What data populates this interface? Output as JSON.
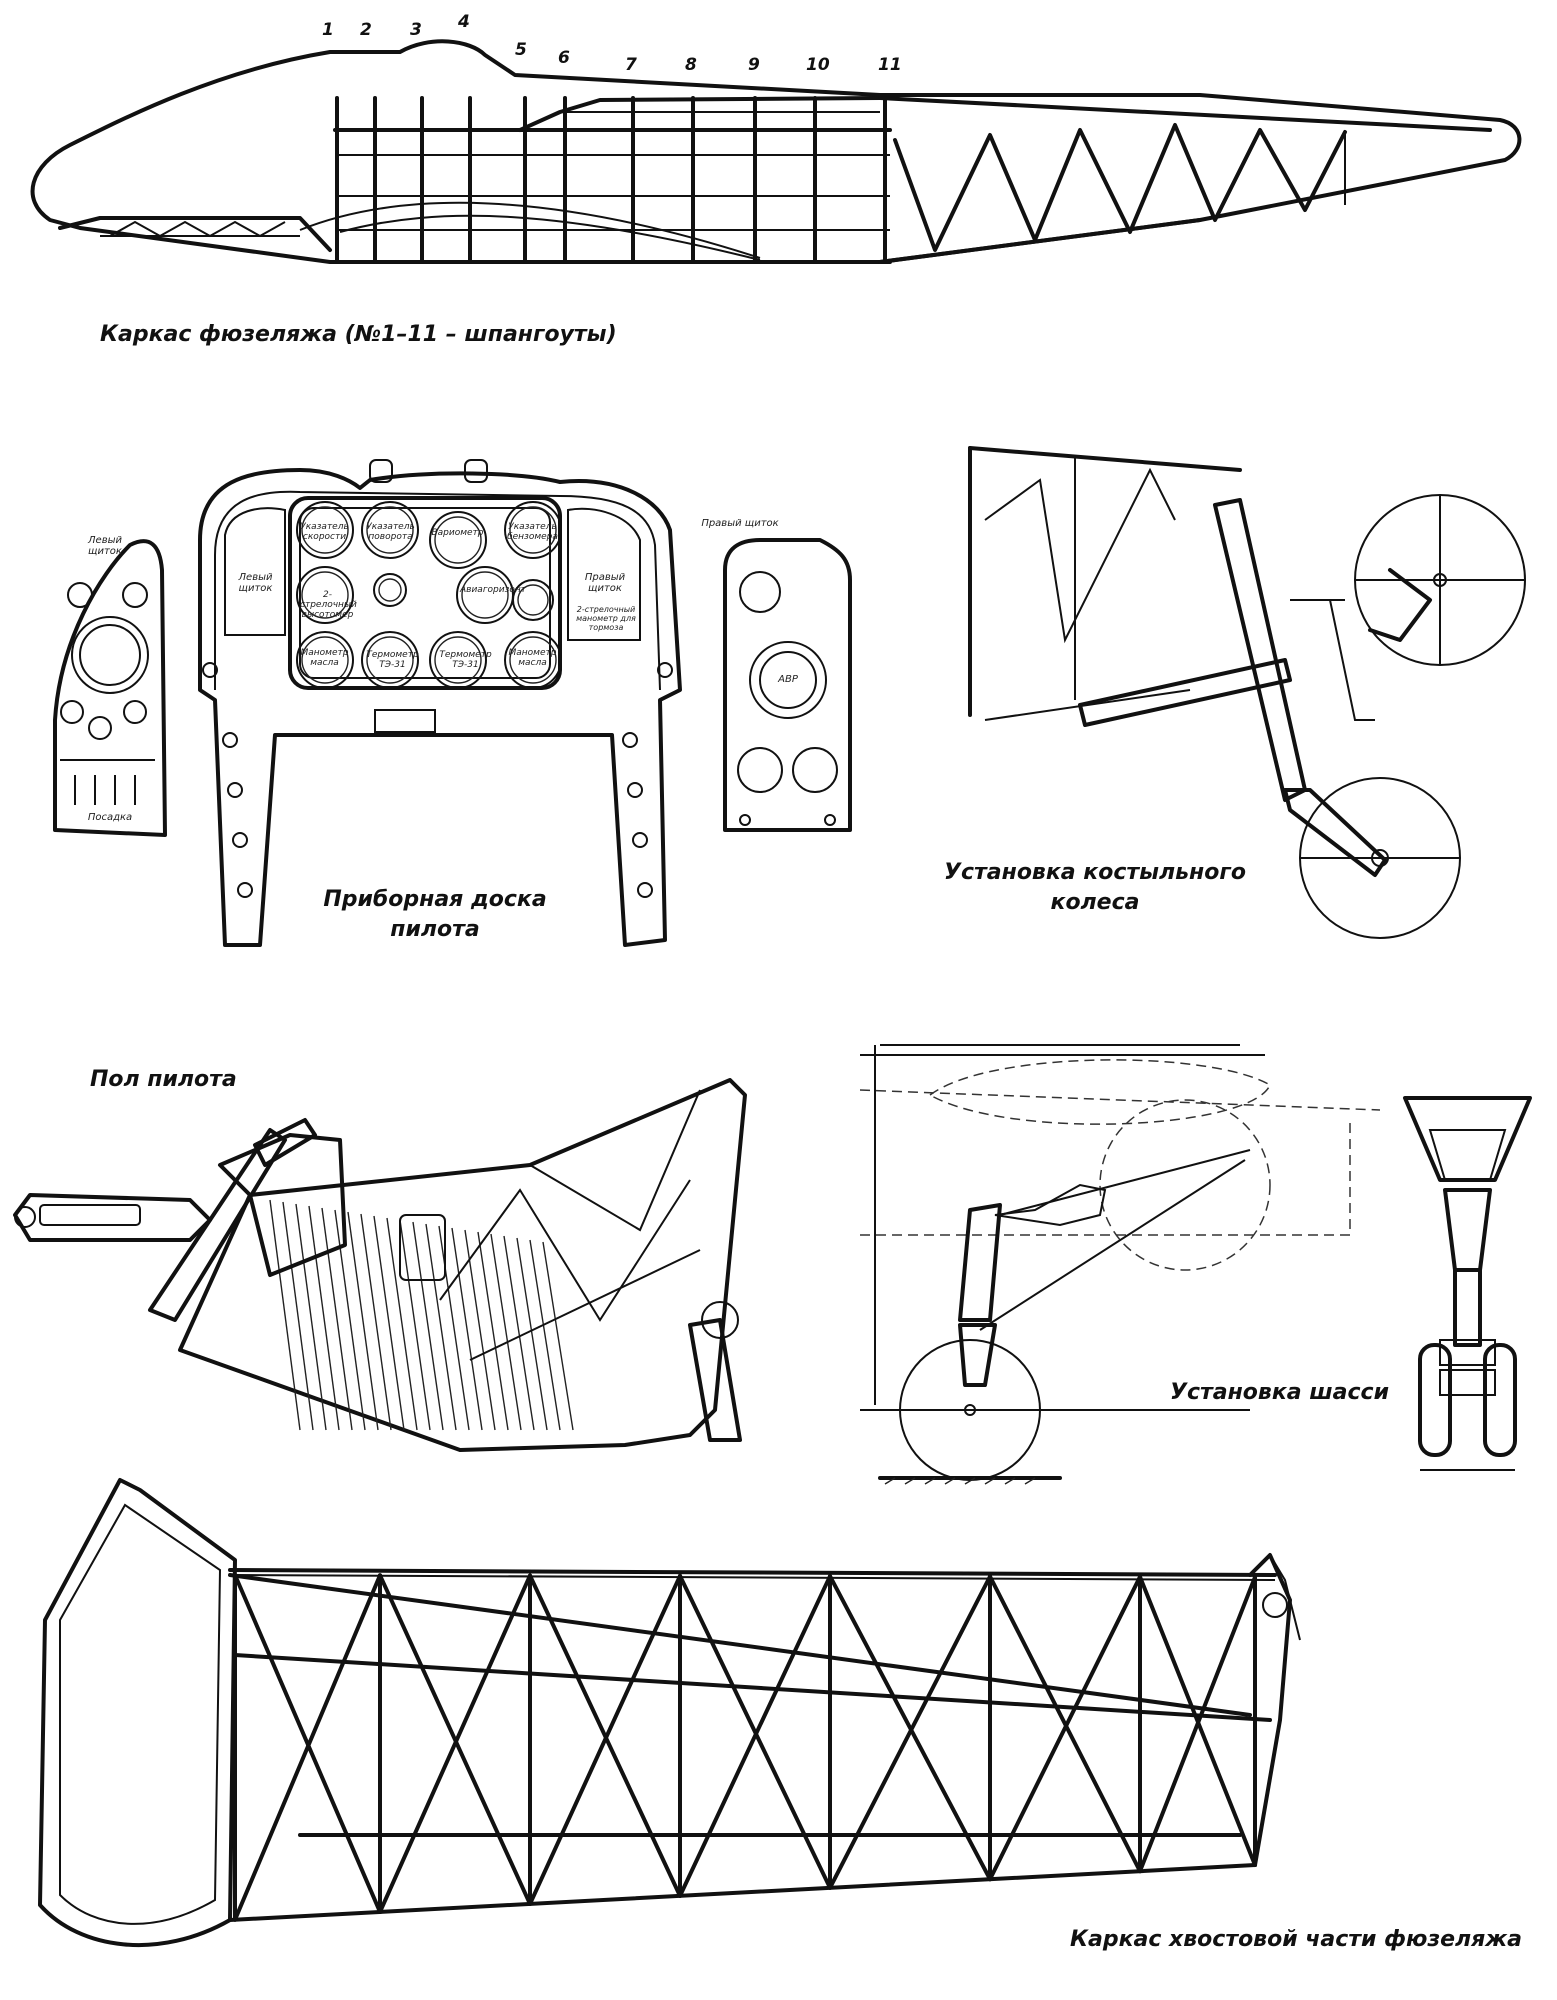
{
  "captions": {
    "fuselage_frame": "Каркас фюзеляжа (№1–11 – шпангоуты)",
    "instrument_panel_line1": "Приборная доска",
    "instrument_panel_line2": "пилота",
    "tail_wheel_line1": "Установка костыльного",
    "tail_wheel_line2": "колеса",
    "pilot_floor": "Пол пилота",
    "landing_gear": "Установка шасси",
    "tail_frame": "Каркас хвостовой части фюзеляжа"
  },
  "frame_numbers": [
    "1",
    "2",
    "3",
    "4",
    "5",
    "6",
    "7",
    "8",
    "9",
    "10",
    "11"
  ],
  "panel_labels": {
    "left_panel_title": "Левый щиток",
    "right_panel_title": "Правый щиток",
    "left_inner": "Левый щиток",
    "right_inner": "Правый щиток",
    "right_inner_note": "2-стрелочный манометр для тормоза",
    "left_bottom": "Посадка",
    "right_avr": "АВР"
  },
  "gauges": [
    "Указатель скорости",
    "Указатель поворота",
    "Вариометр",
    "Указатель бензомера",
    "2-стрелочный высотомер",
    "Авиагоризонт",
    "Манометр масла",
    "Термометр ТЭ-31",
    "Термометр ТЭ-31",
    "Манометр масла"
  ],
  "icons": {
    "gauge": "gauge-icon",
    "wheel": "wheel-icon",
    "switch": "toggle-switch-icon"
  }
}
